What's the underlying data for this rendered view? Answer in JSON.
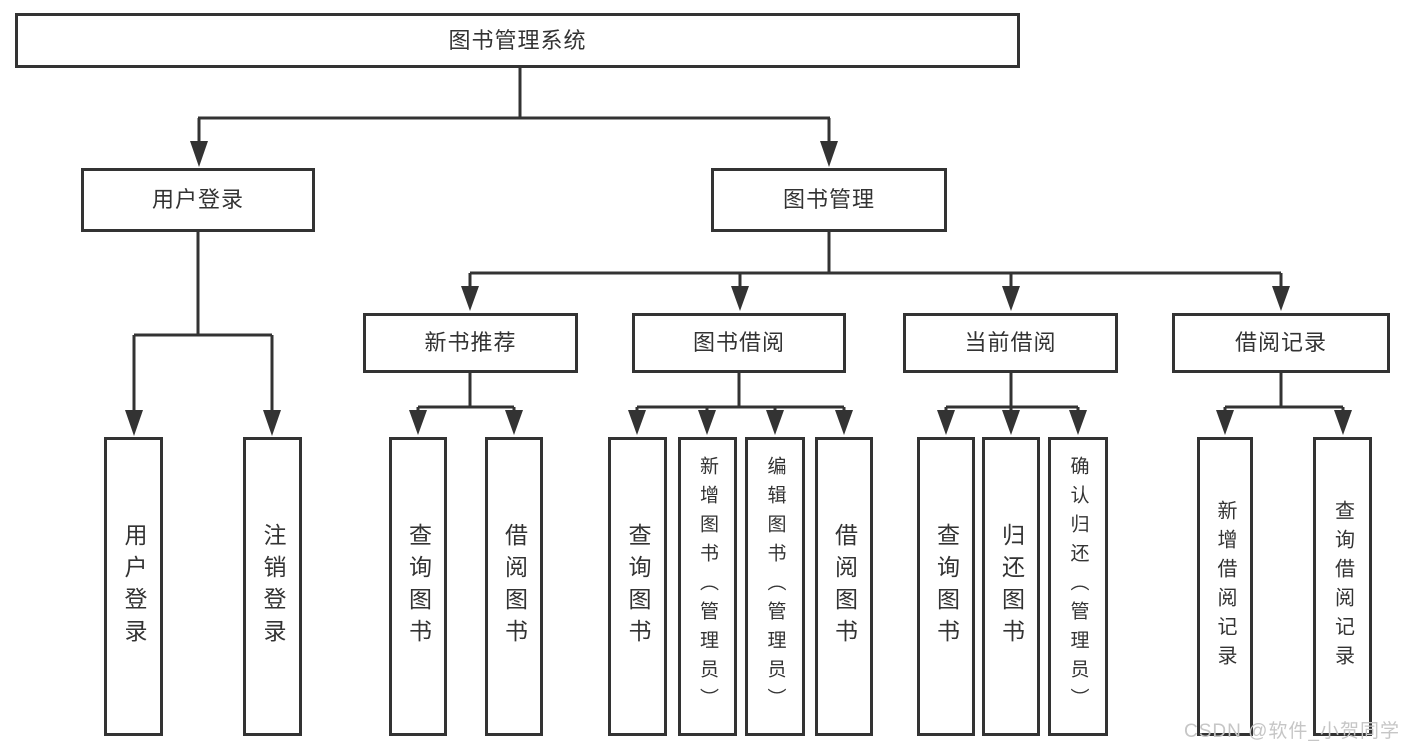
{
  "colors": {
    "line": "#333333",
    "text": "#333333",
    "watermark": "#c6c6c6",
    "background": "#ffffff"
  },
  "watermark": "CSDN @软件_小贺同学",
  "tree": {
    "root": "图书管理系统",
    "branches": [
      {
        "label": "用户登录",
        "children": [
          "用户登录",
          "注销登录"
        ]
      },
      {
        "label": "图书管理",
        "groups": [
          {
            "label": "新书推荐",
            "children": [
              "查询图书",
              "借阅图书"
            ]
          },
          {
            "label": "图书借阅",
            "children": [
              "查询图书",
              "新增图书（管理员）",
              "编辑图书（管理员）",
              "借阅图书"
            ]
          },
          {
            "label": "当前借阅",
            "children": [
              "查询图书",
              "归还图书",
              "确认归还（管理员）"
            ]
          },
          {
            "label": "借阅记录",
            "children": [
              "新增借阅记录",
              "查询借阅记录"
            ]
          }
        ]
      }
    ]
  }
}
